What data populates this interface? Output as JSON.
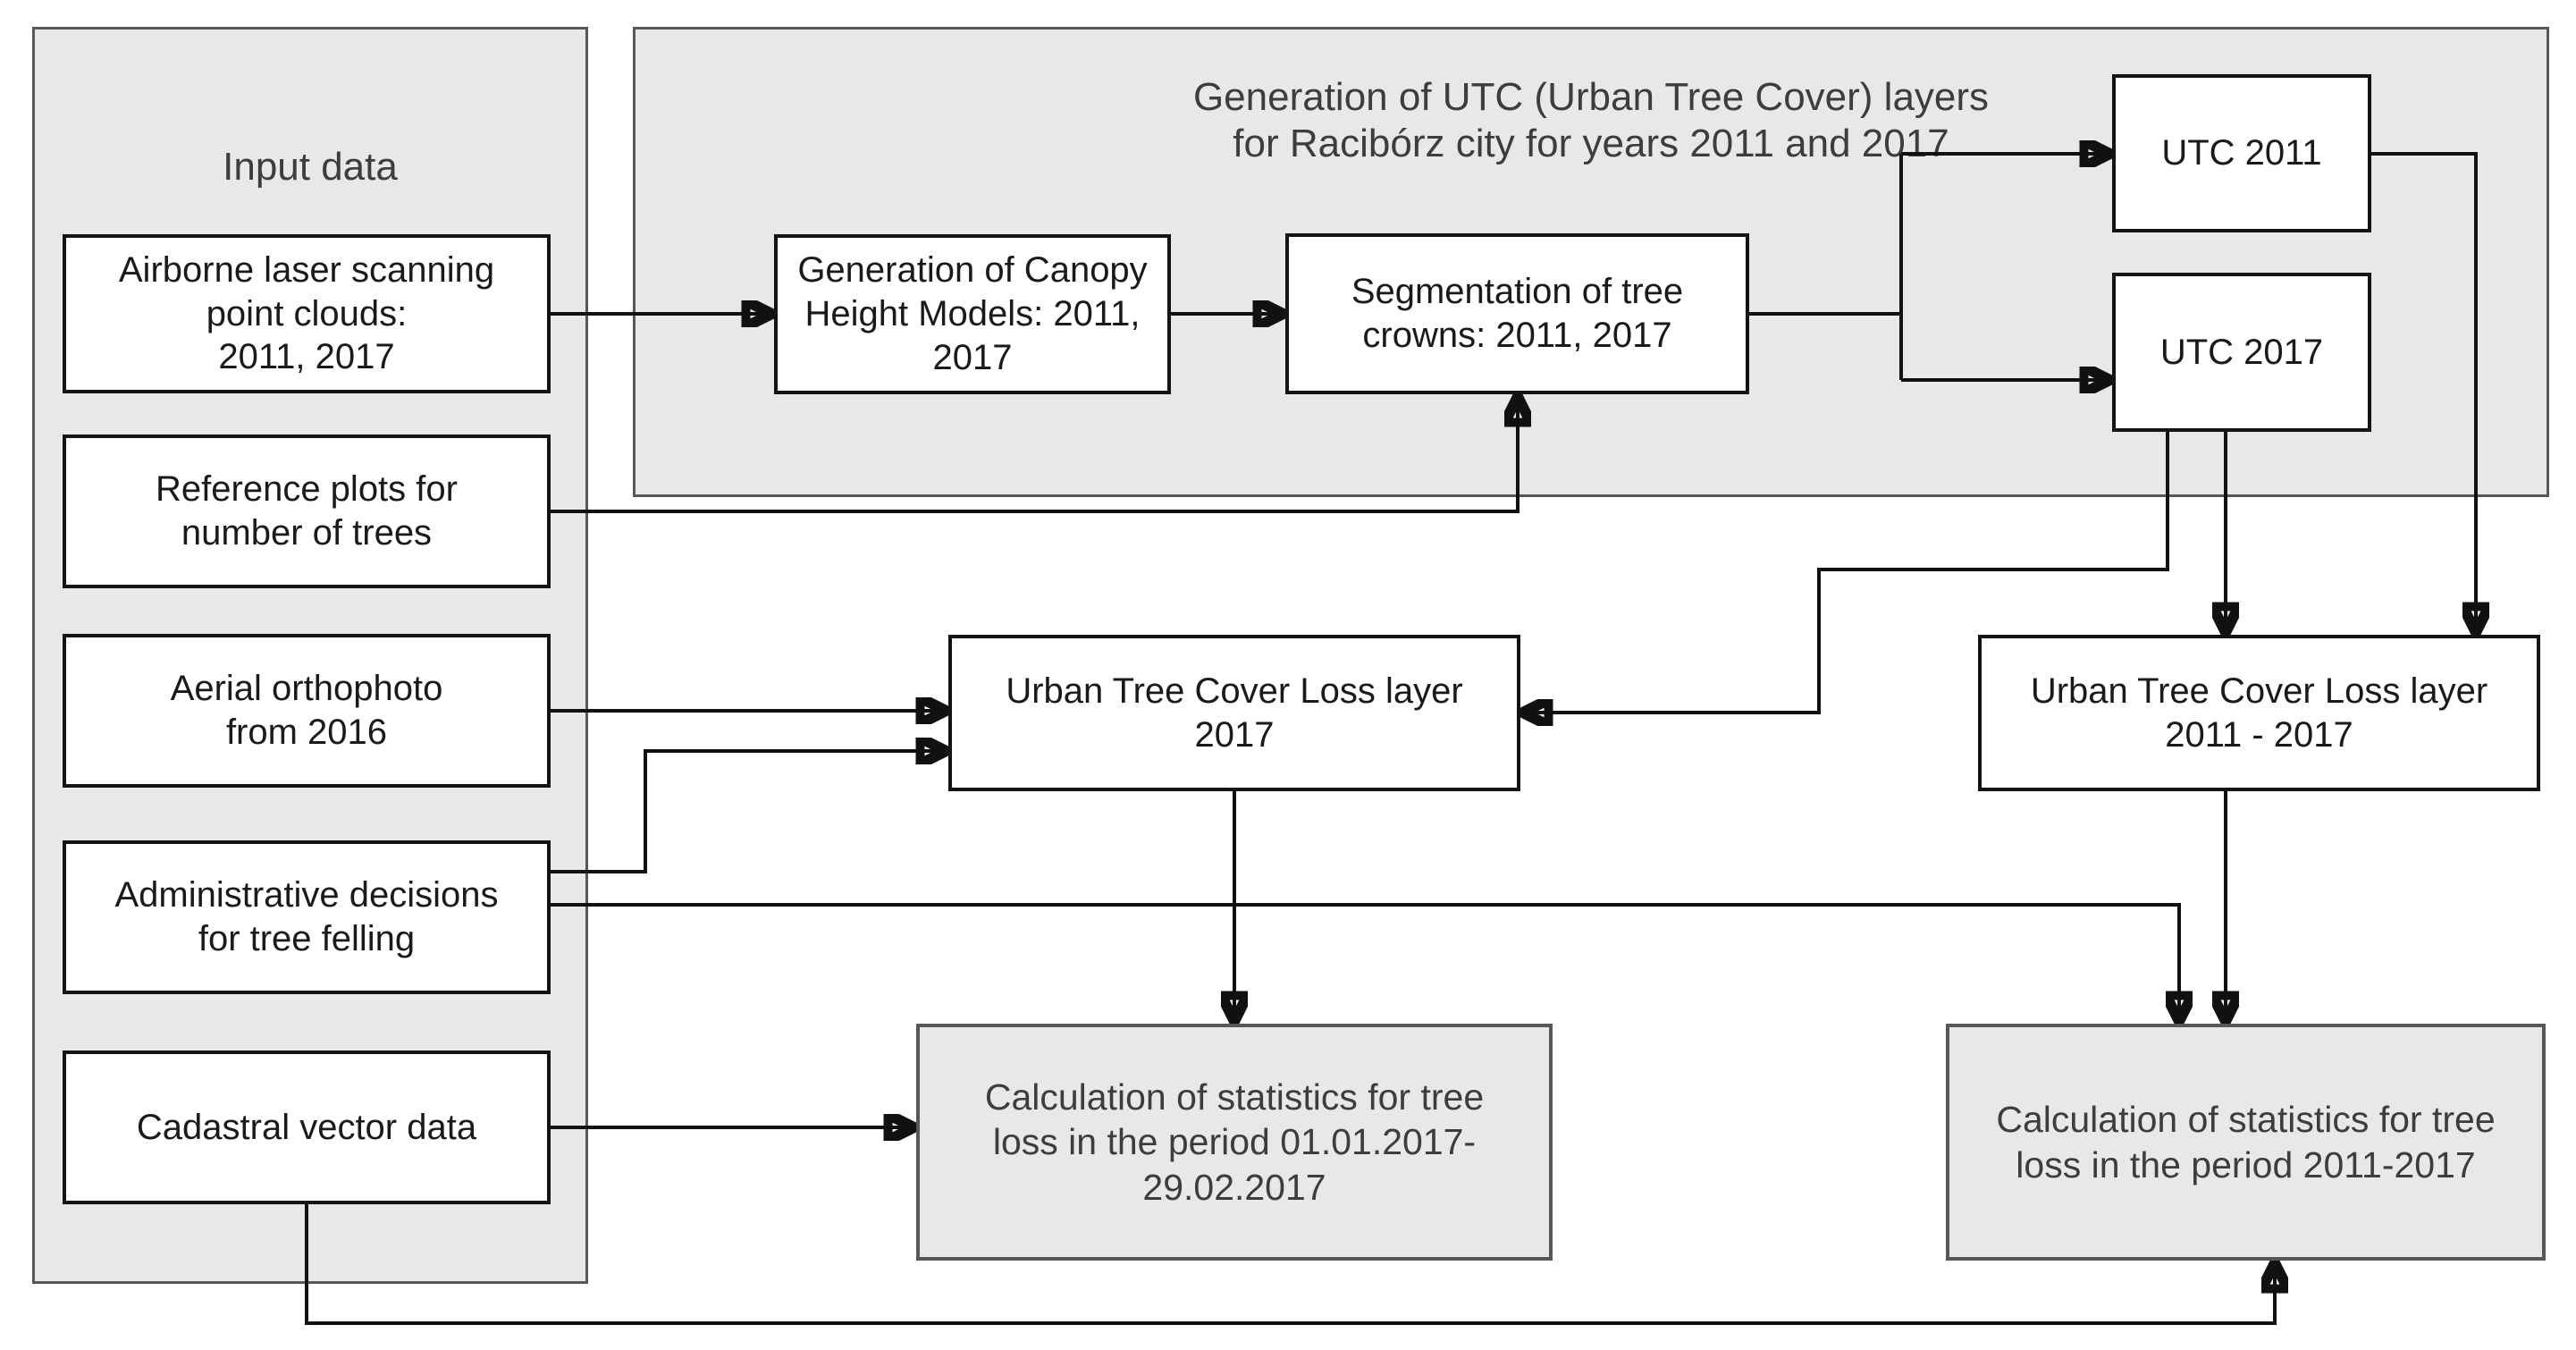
{
  "colors": {
    "panel_fill": "#e8e8e8",
    "panel_border": "#575757",
    "box_fill": "#ffffff",
    "box_border": "#141414",
    "box_text": "#1a1a1a",
    "muted_text": "#3d3d3d",
    "arrow": "#111111",
    "background": "#ffffff"
  },
  "input_panel": {
    "title": "Input data",
    "boxes": [
      {
        "id": "airborne",
        "label": "Airborne laser scanning\npoint clouds:\n2011, 2017"
      },
      {
        "id": "reference",
        "label": "Reference plots for\nnumber of trees"
      },
      {
        "id": "aerial",
        "label": "Aerial orthophoto\nfrom 2016"
      },
      {
        "id": "admin",
        "label": "Administrative decisions\nfor tree felling"
      },
      {
        "id": "cadastral",
        "label": "Cadastral vector data"
      }
    ]
  },
  "utc_panel": {
    "title": "Generation of UTC (Urban Tree Cover) layers\nfor Racibórz city for years 2011 and 2017",
    "boxes": {
      "chm": "Generation of Canopy\nHeight Models: 2011,\n2017",
      "segmentation": "Segmentation of tree\ncrowns: 2011, 2017",
      "utc2011": "UTC 2011",
      "utc2017": "UTC 2017"
    }
  },
  "loss_layers": {
    "loss_2017": "Urban Tree Cover Loss layer\n2017",
    "loss_2011_2017": "Urban Tree Cover Loss layer\n2011 - 2017"
  },
  "statistics": {
    "stats_2017": "Calculation of statistics for tree\nloss in the period 01.01.2017-\n29.02.2017",
    "stats_2011_2017": "Calculation of statistics for tree\nloss in the period 2011-2017"
  }
}
